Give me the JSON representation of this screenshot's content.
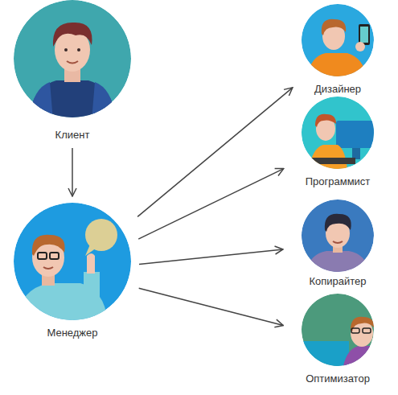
{
  "diagram": {
    "nodes": [
      {
        "text": [
          "Клиент"
        ]
      },
      {
        "text": [
          "Менеджер"
        ]
      },
      {
        "text": [
          "Дизайнер"
        ]
      },
      {
        "text": [
          "Программист"
        ]
      },
      {
        "text": [
          "Копирайтер"
        ]
      },
      {
        "text": [
          "Оптимизатор"
        ]
      }
    ],
    "edges": [
      {
        "from": 0,
        "to": 1,
        "arrow": "to"
      },
      {
        "from": 1,
        "to": 2,
        "arrow": "to"
      },
      {
        "from": 1,
        "to": 3,
        "arrow": "to"
      },
      {
        "from": 1,
        "to": 4,
        "arrow": "to"
      },
      {
        "from": 1,
        "to": 5,
        "arrow": "to"
      }
    ]
  }
}
